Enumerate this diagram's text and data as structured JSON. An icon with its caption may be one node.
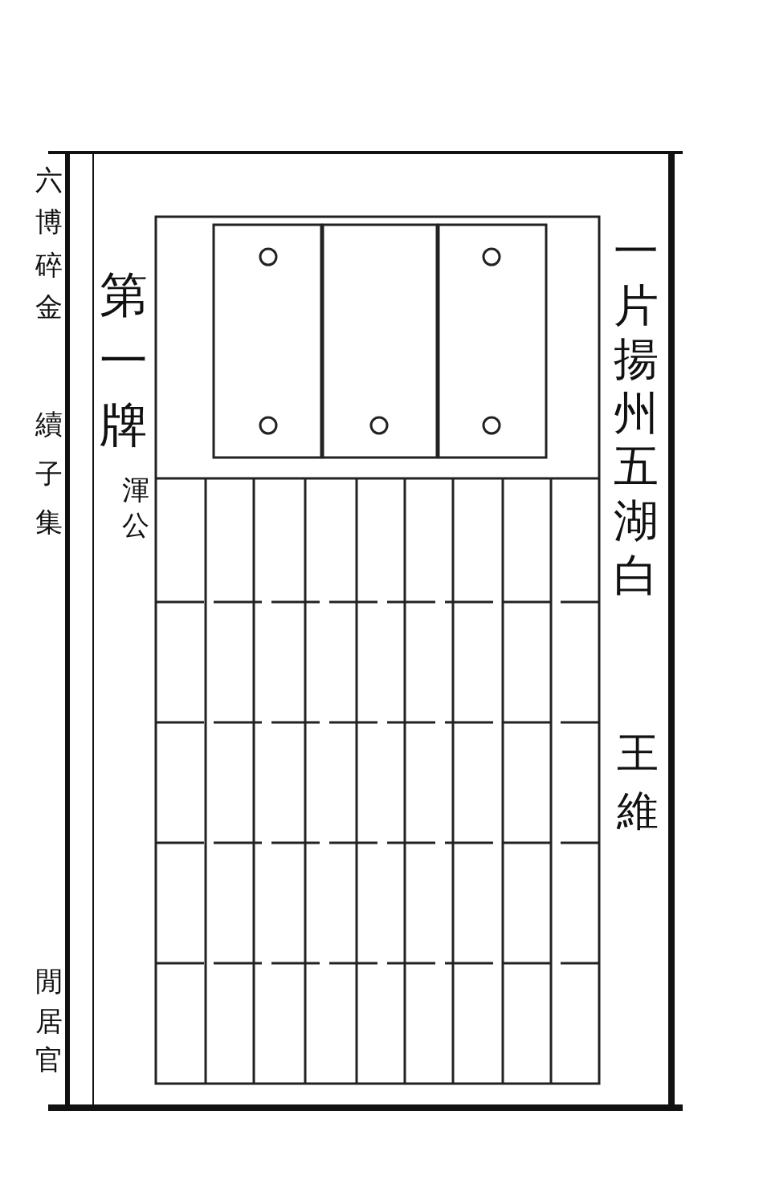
{
  "diagram": {
    "title": "第一牌",
    "labels": [
      "一片揚州五湖白",
      "王維",
      "渾公",
      "六博碎金",
      "續子集",
      "閒居官"
    ]
  }
}
